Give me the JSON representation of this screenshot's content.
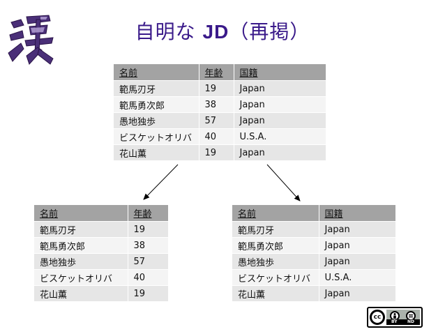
{
  "slide": {
    "title_prefix": "自明な ",
    "title_bold": "JD",
    "title_suffix": "（再掲）"
  },
  "logo": {
    "icon": "kanji-brush-logo"
  },
  "tables": {
    "top": {
      "headers": [
        "名前",
        "年齢",
        "国籍"
      ],
      "rows": [
        [
          "範馬刃牙",
          "19",
          "Japan"
        ],
        [
          "範馬勇次郎",
          "38",
          "Japan"
        ],
        [
          "愚地独歩",
          "57",
          "Japan"
        ],
        [
          "ビスケットオリバ",
          "40",
          "U.S.A."
        ],
        [
          "花山薫",
          "19",
          "Japan"
        ]
      ]
    },
    "left": {
      "headers": [
        "名前",
        "年齢"
      ],
      "rows": [
        [
          "範馬刃牙",
          "19"
        ],
        [
          "範馬勇次郎",
          "38"
        ],
        [
          "愚地独歩",
          "57"
        ],
        [
          "ビスケットオリバ",
          "40"
        ],
        [
          "花山薫",
          "19"
        ]
      ]
    },
    "right": {
      "headers": [
        "名前",
        "国籍"
      ],
      "rows": [
        [
          "範馬刃牙",
          "Japan"
        ],
        [
          "範馬勇次郎",
          "Japan"
        ],
        [
          "愚地独歩",
          "Japan"
        ],
        [
          "ビスケットオリバ",
          "U.S.A."
        ],
        [
          "花山薫",
          "Japan"
        ]
      ]
    }
  },
  "license_badge": {
    "main": "cc",
    "by_label": "BY",
    "nd_label": "ND",
    "by_icon": "person-icon",
    "nd_icon": "equals-icon"
  },
  "colors": {
    "title": "#3a1a8a",
    "header_bg": "#a3a3a3",
    "row_odd": "#e6e6e6",
    "row_even": "#f4f4f4"
  }
}
